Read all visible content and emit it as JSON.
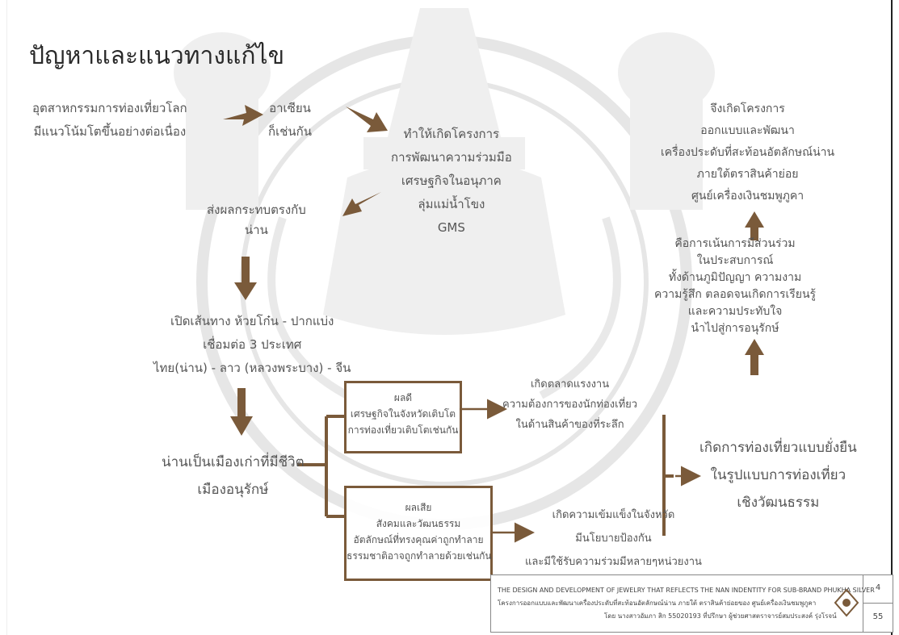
{
  "slide": {
    "title": "ปัญหาและแนวทางแก้ไข"
  },
  "nodes": {
    "n1": [
      "อุตสาหกรรมการท่องเที่ยวโลก",
      "มีแนวโน้มโตขึ้นอย่างต่อเนื่อง"
    ],
    "n2": [
      "อาเซียน",
      "ก็เช่นกัน"
    ],
    "n3": [
      "ทำให้เกิดโครงการ",
      "การพัฒนาความร่วมมือ",
      "เศรษฐกิจในอนุภาค",
      "ลุ่มแม่น้ำโขง",
      "GMS"
    ],
    "n4": [
      "ส่งผลกระทบตรงกับ",
      "น่าน"
    ],
    "n5": [
      "เปิดเส้นทาง ห้วยโก๋น - ปากแบ่ง",
      "เชื่อมต่อ 3 ประเทศ",
      "ไทย(น่าน) - ลาว (หลวงพระบาง) - จีน"
    ],
    "n6": [
      "น่านเป็นเมืองเก่าที่มีชีวิต",
      "เมืองอนุรักษ์"
    ],
    "good": [
      "ผลดี",
      "เศรษฐกิจในจังหวัดเติบโต",
      "การท่องเที่ยวเติบโตเช่นกัน"
    ],
    "bad": [
      "ผลเสีย",
      "สังคมและวัฒนธรรม",
      "อัตลักษณ์ที่ทรงคุณค่าถูกทำลาย",
      "ธรรมชาติอาจถูกทำลายด้วยเช่นกัน"
    ],
    "labor": [
      "เกิดตลาดแรงงาน",
      "ความต้องการของนักท่องเที่ยว",
      "ในด้านสินค้าของที่ระลึก"
    ],
    "policy": [
      "เกิดความเข้มแข็งในจังหวัด",
      "มีนโยบายป้องกัน",
      "และมีใช้รับความร่วมมีหลายๆหน่วยงาน"
    ],
    "sustain": [
      "เกิดการท่องเที่ยวแบบยั่งยืน",
      "ในรูปแบบการท่องเที่ยว",
      "เชิงวัฒนธรรม"
    ],
    "participation": [
      "คือการเน้นการมีส่วนร่วม",
      "ในประสบการณ์",
      "ทั้งด้านภูมิปัญญา ความงาม",
      "ความรู้สึก ตลอดจนเกิดการเรียนรู้",
      "และความประทับใจ",
      "นำไปสู่การอนุรักษ์"
    ],
    "project": [
      "จึงเกิดโครงการ",
      "ออกแบบและพัฒนา",
      "เครื่องประดับที่สะท้อนอัตลักษณ์น่าน",
      "ภายใต้ตราสินค้าย่อย",
      "ศูนย์เครื่องเงินชมพูภูคา"
    ]
  },
  "footer": {
    "line1": "THE DESIGN AND DEVELOPMENT OF JEWELRY THAT  REFLECTS THE NAN INDENTITY FOR SUB-BRAND PHUKHA SILVER",
    "line2": "โครงการออกแบบและพัฒนาเครื่องประดับที่สะท้อนอัตลักษณ์น่าน ภายใต้ ตราสินค้าย่อยของ ศูนย์เครื่องเงินชมพูภูคา",
    "line3": "โดย นางสาวอัมภา สิก 55020193 ที่ปรึกษา ผู้ช่วยศาสตราจารย์สมประสงค์ รุ่งโรจน์",
    "page_top": "4",
    "page_bottom": "55"
  },
  "colors": {
    "arrow": "#7a5a3a",
    "seal": "#ececec"
  }
}
